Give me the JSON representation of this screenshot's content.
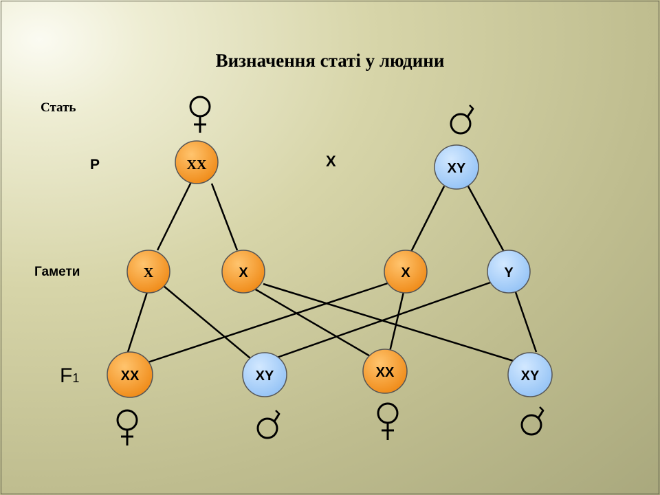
{
  "title": "Визначення статі у людини",
  "labels": {
    "sex": "Стать",
    "parents": "P",
    "cross": "X",
    "gametes": "Гамети",
    "f1_main": "F",
    "f1_sub": "1"
  },
  "colors": {
    "female_fill": "#f39323",
    "male_fill": "#a8d0fb",
    "line": "#000000"
  },
  "parents": [
    {
      "genotype": "XX",
      "sex": "female"
    },
    {
      "genotype": "XY",
      "sex": "male"
    }
  ],
  "gametes": [
    {
      "allele": "X",
      "from": "XX"
    },
    {
      "allele": "X",
      "from": "XX"
    },
    {
      "allele": "X",
      "from": "XY"
    },
    {
      "allele": "Y",
      "from": "XY"
    }
  ],
  "offspring": [
    {
      "genotype": "XX",
      "sex": "female"
    },
    {
      "genotype": "XY",
      "sex": "male"
    },
    {
      "genotype": "XX",
      "sex": "female"
    },
    {
      "genotype": "XY",
      "sex": "male"
    }
  ],
  "icons": {
    "female": "female-symbol-icon",
    "male": "male-symbol-icon"
  }
}
